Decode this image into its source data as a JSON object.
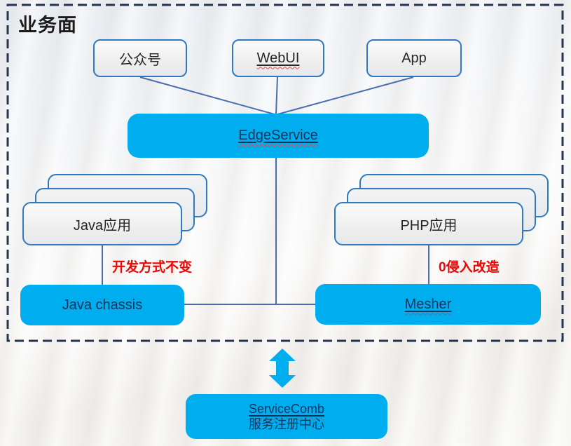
{
  "frame": {
    "title": "业务面"
  },
  "nodes": {
    "public_account": {
      "label": "公众号"
    },
    "webui": {
      "label": "WebUI"
    },
    "app": {
      "label": "App"
    },
    "edgeservice": {
      "label": "EdgeService"
    },
    "java_app": {
      "label": "Java应用"
    },
    "php_app": {
      "label": "PHP应用"
    },
    "java_chassis": {
      "label": "Java chassis"
    },
    "mesher": {
      "label": "Mesher"
    },
    "servicecomb": {
      "label": "ServiceComb",
      "sublabel": "服务注册中心"
    }
  },
  "annotations": {
    "java_side": "开发方式不变",
    "php_side": "0侵入改造"
  },
  "colors": {
    "cyan_node": "#00aeef",
    "gray_node_fill": "#eeeeef",
    "node_border_blue": "#2e79c0",
    "connector_blue": "#4a6cb3",
    "dashed_frame": "#24364f",
    "annotation_red": "#ee0400",
    "cyan_node_text": "#17325b",
    "gray_node_text": "#262626"
  }
}
